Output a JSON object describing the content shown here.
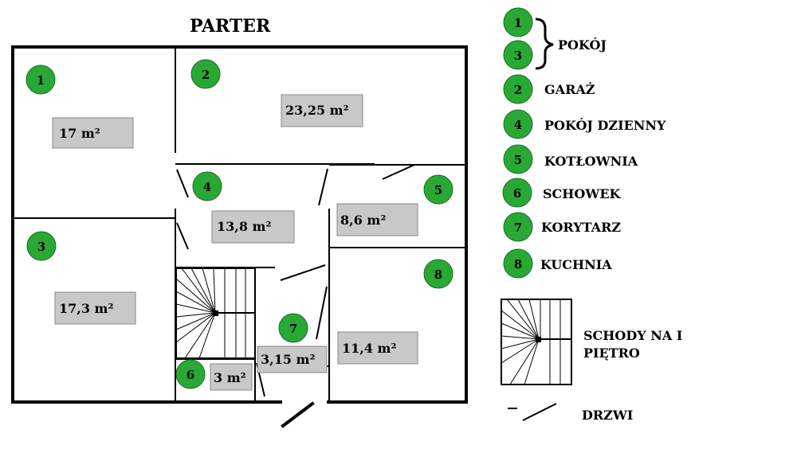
{
  "title": "PARTER",
  "rooms": [
    {
      "num": "1",
      "area": "17 m²"
    },
    {
      "num": "2",
      "area": "23,25 m²"
    },
    {
      "num": "3",
      "area": "17,3 m²"
    },
    {
      "num": "4",
      "area": "13,8 m²"
    },
    {
      "num": "5",
      "area": "8,6 m²"
    },
    {
      "num": "6",
      "area": "3 m²"
    },
    {
      "num": "7",
      "area": "3,15 m²"
    },
    {
      "num": "8",
      "area": "11,4 m²"
    }
  ],
  "legend": {
    "items": [
      {
        "nums": [
          "1",
          "3"
        ],
        "label": "POKÓJ"
      },
      {
        "nums": [
          "2"
        ],
        "label": "GARAŻ"
      },
      {
        "nums": [
          "4"
        ],
        "label": "POKÓJ DZIENNY"
      },
      {
        "nums": [
          "5"
        ],
        "label": "KOTŁOWNIA"
      },
      {
        "nums": [
          "6"
        ],
        "label": "SCHOWEK"
      },
      {
        "nums": [
          "7"
        ],
        "label": "KORYTARZ"
      },
      {
        "nums": [
          "8"
        ],
        "label": "KUCHNIA"
      }
    ],
    "stairs_label_line1": "SCHODY NA I",
    "stairs_label_line2": "PIĘTRO",
    "door_label": "DRZWI"
  },
  "colors": {
    "badge": "#2aa836",
    "area_box": "#c8c8c8",
    "wall": "#000000"
  }
}
